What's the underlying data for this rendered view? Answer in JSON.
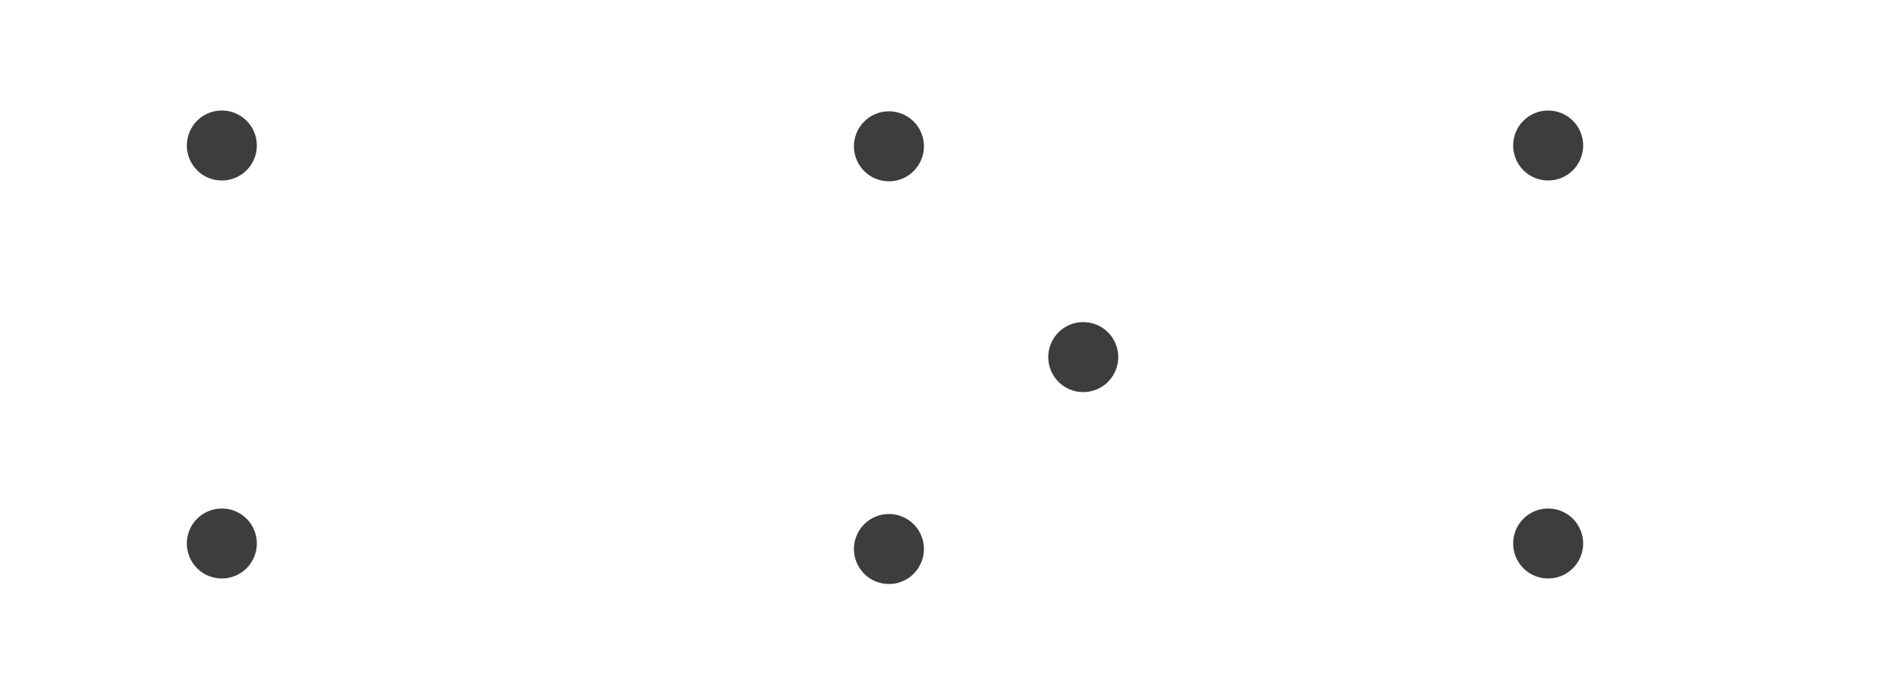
{
  "diagram": {
    "background_color": "#ffffff",
    "dot_color": "#3d3d3d",
    "dot_stroke_color": "#ffffff",
    "dots": [
      {
        "id": "top-left"
      },
      {
        "id": "top-middle"
      },
      {
        "id": "top-right"
      },
      {
        "id": "center"
      },
      {
        "id": "bottom-left"
      },
      {
        "id": "bottom-middle"
      },
      {
        "id": "bottom-right"
      }
    ]
  }
}
